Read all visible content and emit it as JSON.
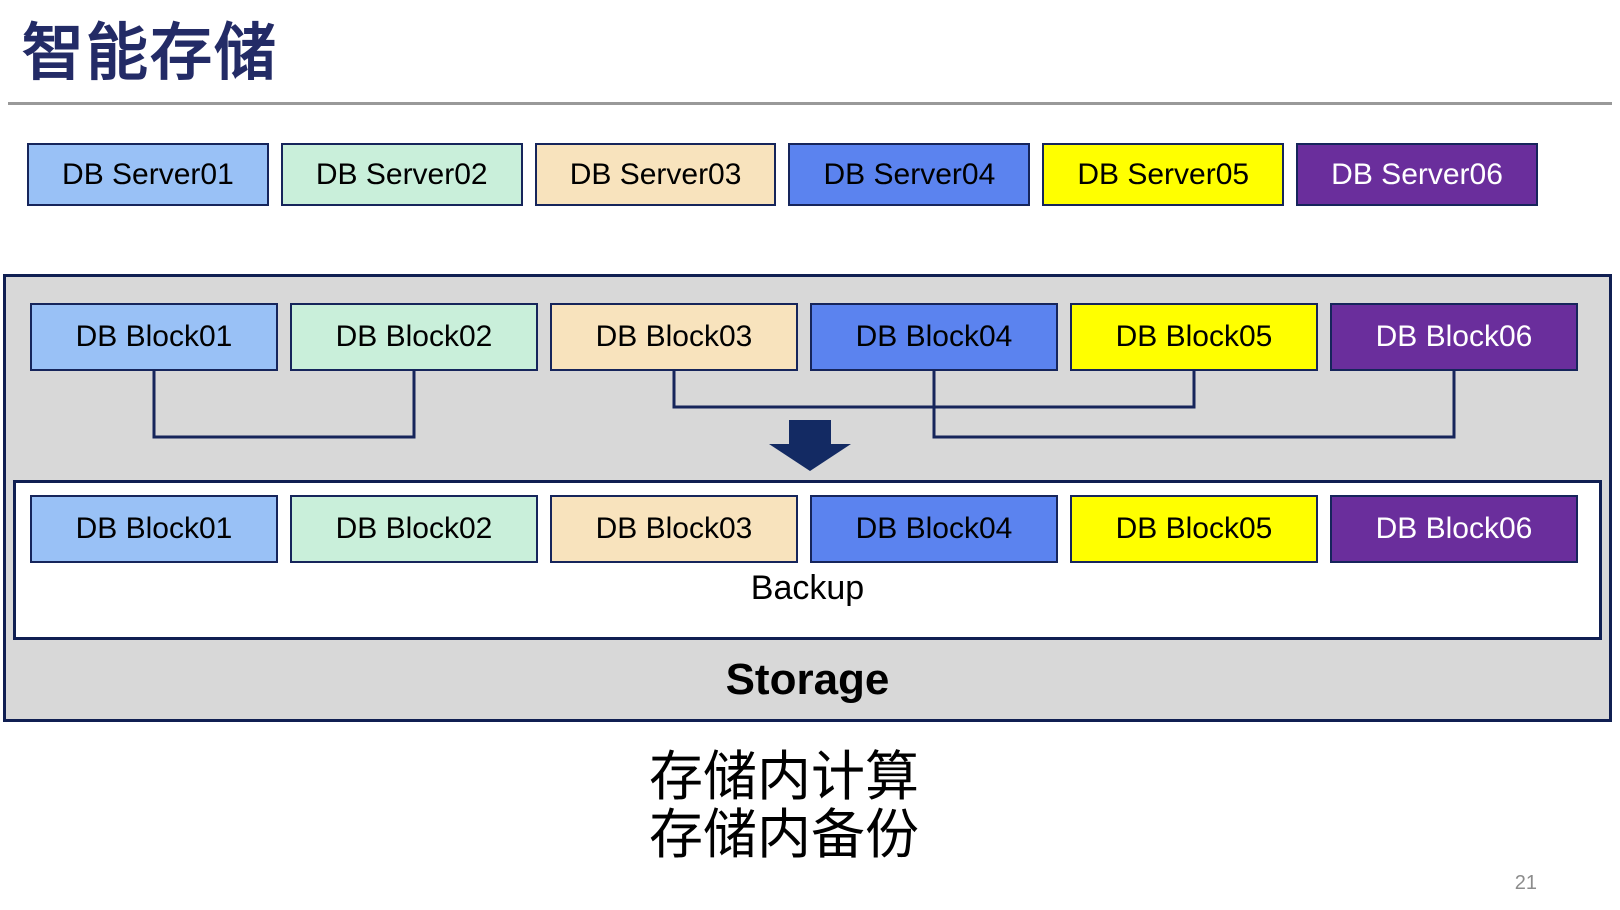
{
  "title": "智能存储",
  "page_number": "21",
  "captions": [
    "存储内计算",
    "存储内备份"
  ],
  "colors": {
    "title_text": "#232B66",
    "box_border": "#16255B",
    "container_fill": "#D8D8D8",
    "container_border": "#101F52",
    "connector": "#16255B",
    "arrow_fill": "#132A63",
    "divider": "#999999",
    "page_number_text": "#8C8C8C"
  },
  "db_servers": [
    {
      "label": "DB Server01",
      "fill": "#99C1F6",
      "text": "#000000"
    },
    {
      "label": "DB Server02",
      "fill": "#C9EFDA",
      "text": "#000000"
    },
    {
      "label": "DB Server03",
      "fill": "#F8E3BD",
      "text": "#000000"
    },
    {
      "label": "DB Server04",
      "fill": "#5B83EF",
      "text": "#000000"
    },
    {
      "label": "DB Server05",
      "fill": "#FFFF00",
      "text": "#000000"
    },
    {
      "label": "DB Server06",
      "fill": "#6A2E9C",
      "text": "#FFFFFF"
    }
  ],
  "storage_unit": {
    "label": "Storage",
    "blocks_row1": [
      {
        "label": "DB Block01",
        "fill": "#99C1F6",
        "text": "#000000"
      },
      {
        "label": "DB Block02",
        "fill": "#C9EFDA",
        "text": "#000000"
      },
      {
        "label": "DB Block03",
        "fill": "#F8E3BD",
        "text": "#000000"
      },
      {
        "label": "DB Block04",
        "fill": "#5B83EF",
        "text": "#000000"
      },
      {
        "label": "DB Block05",
        "fill": "#FFFF00",
        "text": "#000000"
      },
      {
        "label": "DB Block06",
        "fill": "#6A2E9C",
        "text": "#FFFFFF"
      }
    ],
    "connections": [
      {
        "from": "DB Block01",
        "to": "DB Block02"
      },
      {
        "from": "DB Block03",
        "to": "DB Block05"
      },
      {
        "from": "DB Block04",
        "to": "DB Block06"
      }
    ],
    "backup": {
      "label": "Backup",
      "blocks_row2": [
        {
          "label": "DB Block01",
          "fill": "#99C1F6",
          "text": "#000000"
        },
        {
          "label": "DB Block02",
          "fill": "#C9EFDA",
          "text": "#000000"
        },
        {
          "label": "DB Block03",
          "fill": "#F8E3BD",
          "text": "#000000"
        },
        {
          "label": "DB Block04",
          "fill": "#5B83EF",
          "text": "#000000"
        },
        {
          "label": "DB Block05",
          "fill": "#FFFF00",
          "text": "#000000"
        },
        {
          "label": "DB Block06",
          "fill": "#6A2E9C",
          "text": "#FFFFFF"
        }
      ]
    }
  }
}
